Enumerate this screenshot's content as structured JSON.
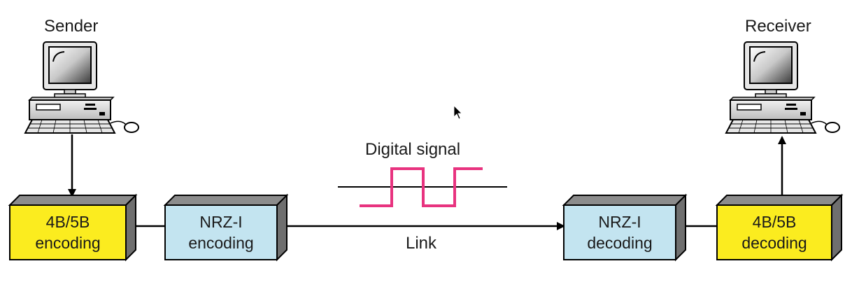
{
  "sender": {
    "label": "Sender"
  },
  "receiver": {
    "label": "Receiver"
  },
  "signal": {
    "label": "Digital signal",
    "color": "#e8337f"
  },
  "link": {
    "label": "Link"
  },
  "colors": {
    "encoder_4b5b": "#fbec1f",
    "encoder_nrzi": "#c3e4f0",
    "box_side": "#6f6f6f",
    "box_top": "#8c8c8c",
    "line": "#000000"
  },
  "boxes": {
    "enc_4b5b": {
      "line1": "4B/5B",
      "line2": "encoding"
    },
    "enc_nrzi": {
      "line1": "NRZ-I",
      "line2": "encoding"
    },
    "dec_nrzi": {
      "line1": "NRZ-I",
      "line2": "decoding"
    },
    "dec_4b5b": {
      "line1": "4B/5B",
      "line2": "decoding"
    }
  }
}
